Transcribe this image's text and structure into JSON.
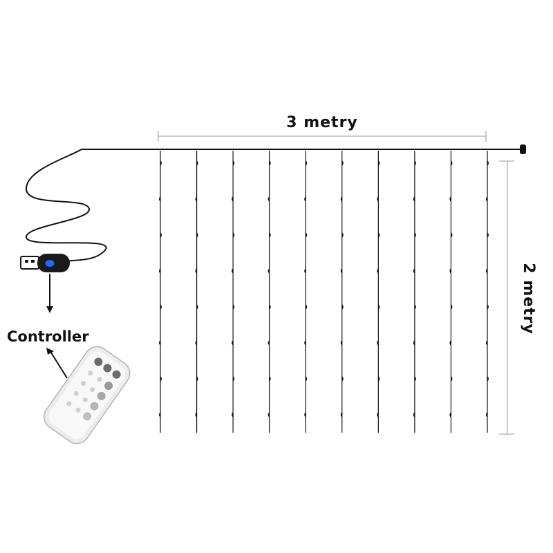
{
  "dimensions": {
    "width_label": "3 metry",
    "height_label": "2 metry"
  },
  "controller": {
    "label": "Controller"
  },
  "curtain": {
    "strand_count": 10,
    "leds_per_strand": 8
  },
  "colors": {
    "wire": "#111111",
    "dimension_line": "#9a9a9a",
    "usb_led": "#1e6cff"
  },
  "icons": [
    "usb-plug-icon",
    "ir-receiver-icon",
    "remote-control-icon",
    "arrow-down-icon"
  ]
}
